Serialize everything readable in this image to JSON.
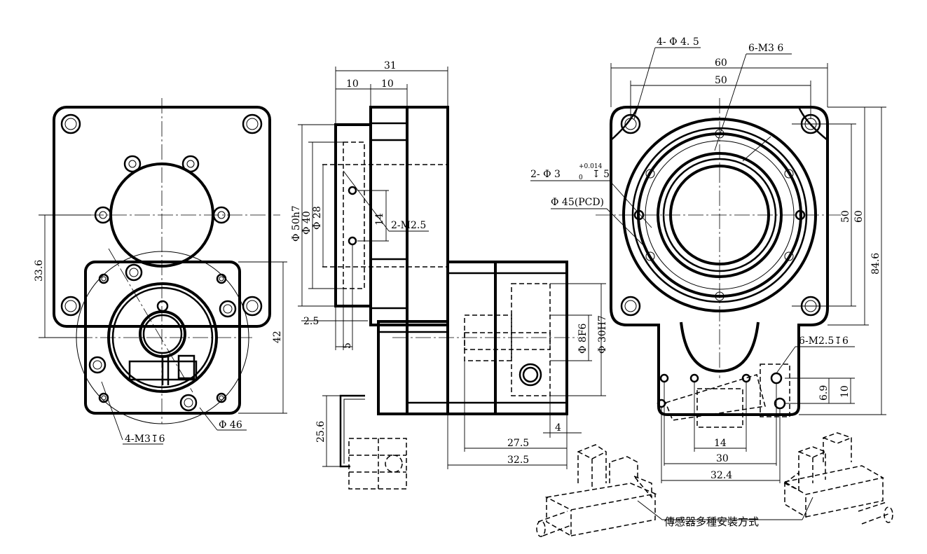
{
  "front_view": {
    "dim_height_left": "33.6",
    "dim_height_right": "42",
    "label_threads": "4-M3↧6",
    "label_diameter": "Φ 46"
  },
  "side_view": {
    "dim_total_width": "31",
    "dim_step_1": "10",
    "dim_step_2": "10",
    "dim_dia_outer": "Φ 50h7",
    "dim_dia_mid": "Φ 40",
    "dim_dia_inner": "Φ 28",
    "dim_hole_spacing": "14",
    "label_threads": "2-M2.5",
    "dim_offset_1": "2.5",
    "dim_offset_2": "5",
    "dim_shaft_dia": "Φ 8F6",
    "dim_bore_dia": "Φ 30H7",
    "dim_width_4": "4",
    "dim_width_27": "27.5",
    "dim_width_32": "32.5",
    "dim_bracket_height": "25.6"
  },
  "back_view": {
    "label_holes": "4- Φ 4. 5",
    "label_threads_top": "6-M3  6",
    "dim_width_60": "60",
    "dim_width_50": "50",
    "label_pin_holes": "2- Φ 3",
    "label_tolerance_upper": "+0.014",
    "label_tolerance_lower": "0",
    "label_pin_depth": "↧ 5",
    "label_pcd": "Φ 45(PCD)",
    "dim_height_50": "50",
    "dim_height_60": "60",
    "dim_height_84": "84.6",
    "label_threads_bottom": "6-M2.5↧6",
    "dim_h_69": "6.9",
    "dim_h_10": "10",
    "dim_w_14": "14",
    "dim_w_30": "30",
    "dim_w_324": "32.4"
  },
  "sensor_note": "傳感器多種安裝方式"
}
